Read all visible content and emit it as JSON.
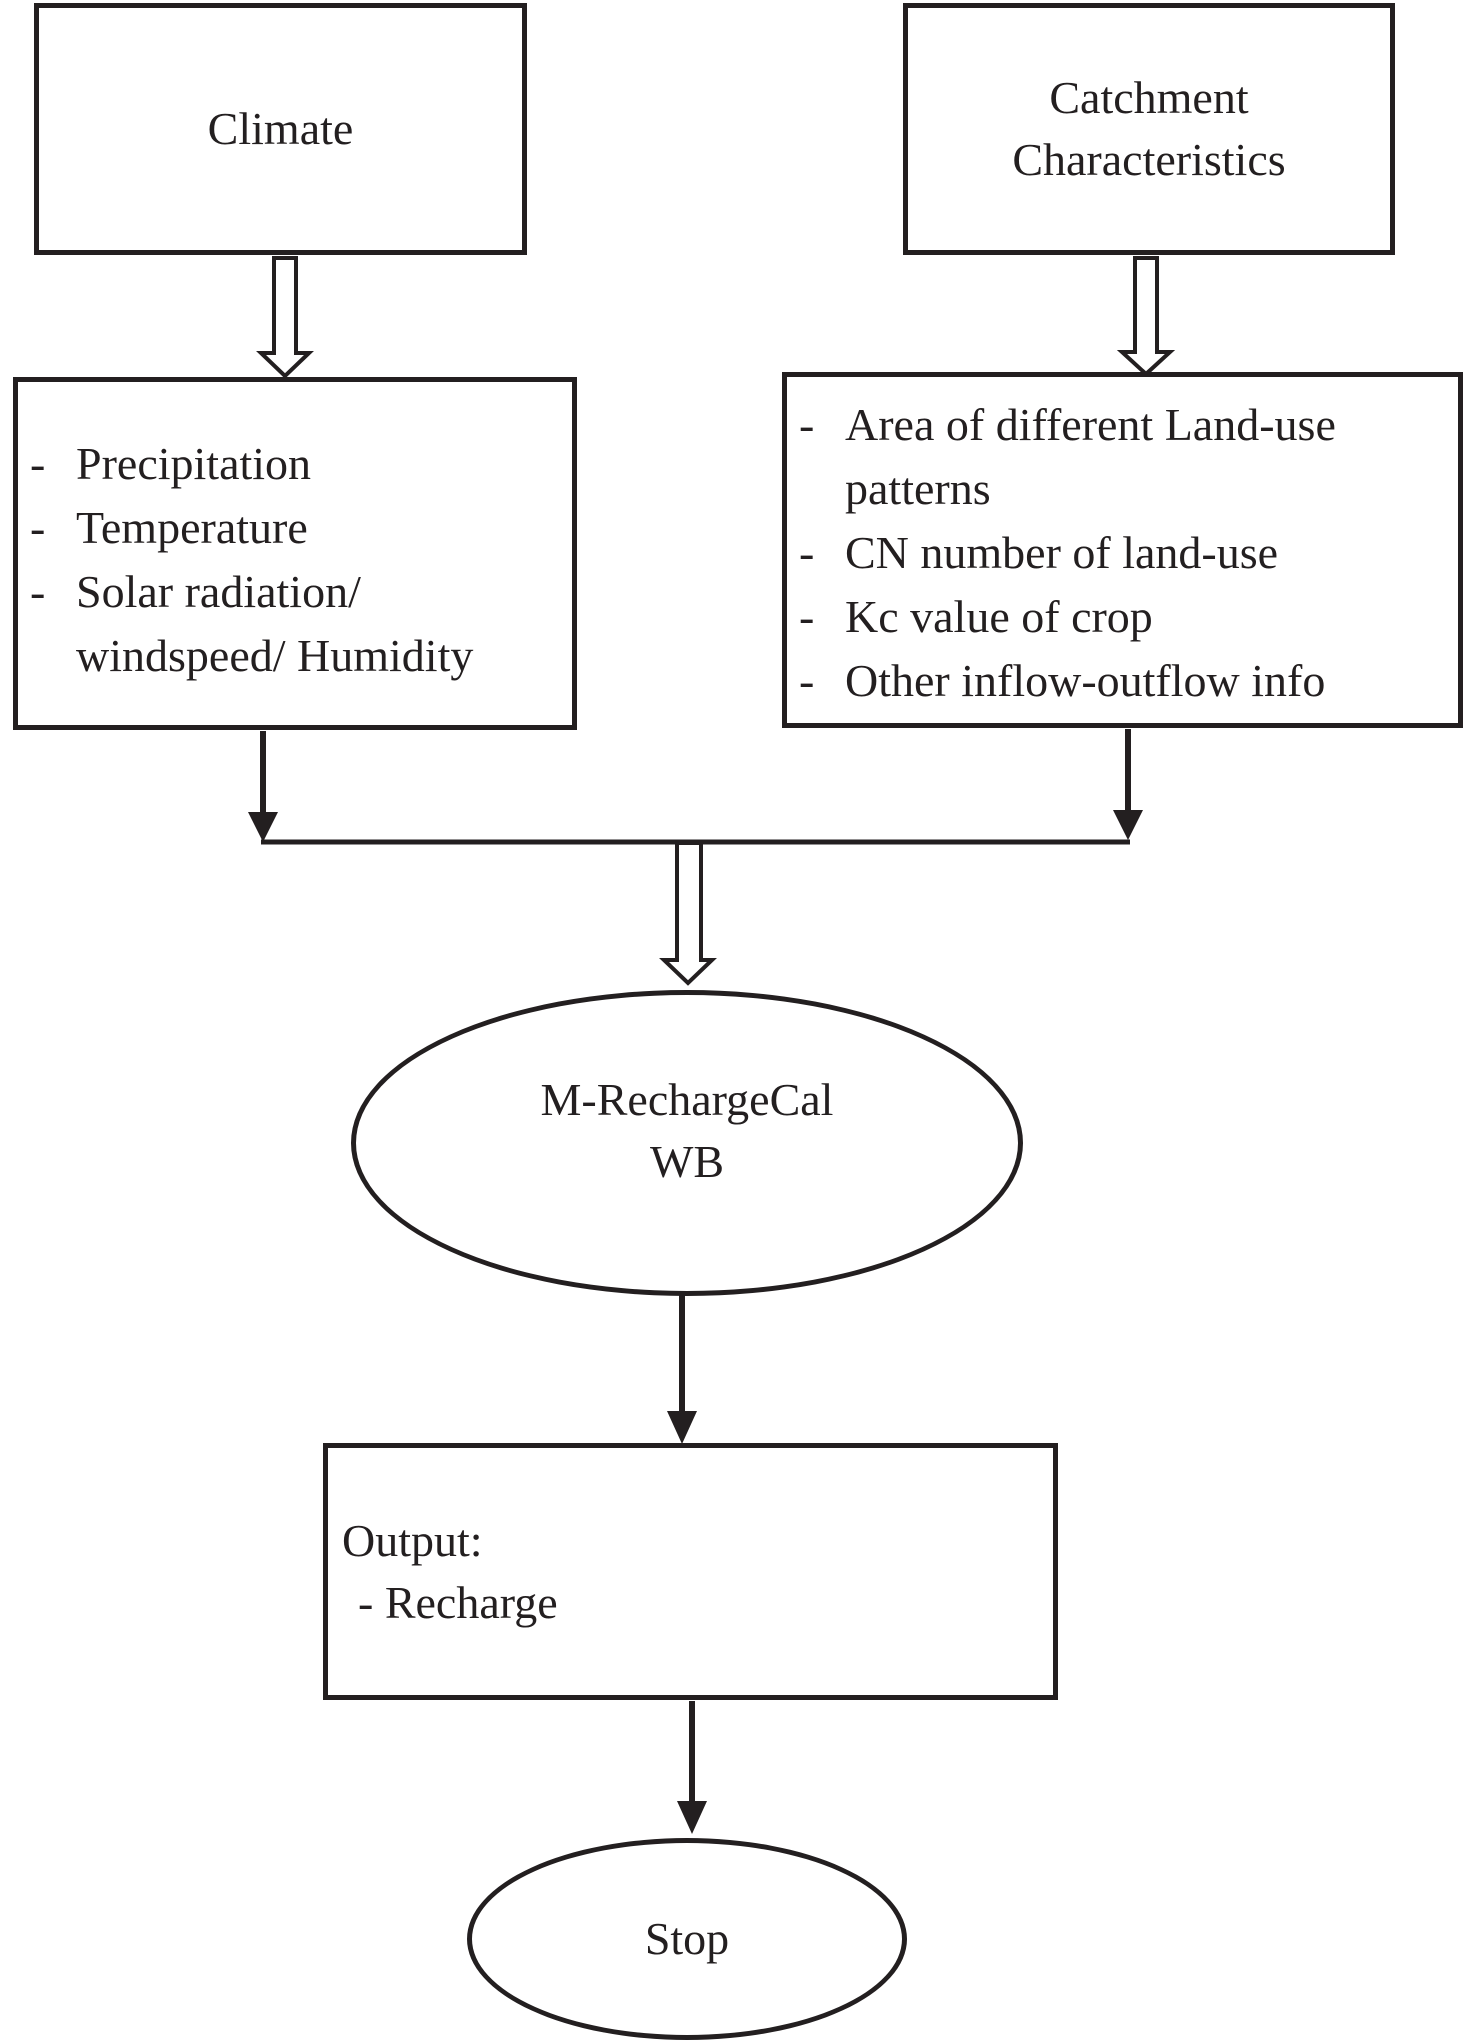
{
  "canvas": {
    "background": "#ffffff",
    "stroke_color": "#231f20"
  },
  "nodes": {
    "climate": {
      "label": "Climate"
    },
    "catchment": {
      "label": "Catchment\nCharacteristics"
    },
    "climate_inputs": {
      "bullet": "-",
      "items": [
        "Precipitation",
        "Temperature",
        "Solar radiation/\nwindspeed/ Humidity"
      ]
    },
    "catchment_inputs": {
      "bullet": "-",
      "items": [
        "Area of different Land-use\npatterns",
        "CN number of land-use",
        "Kc value of crop",
        "Other inflow-outflow info"
      ]
    },
    "model": {
      "label": "M-RechargeCal\nWB"
    },
    "output": {
      "title": "Output:",
      "item": "- Recharge"
    },
    "stop": {
      "label": "Stop"
    }
  }
}
